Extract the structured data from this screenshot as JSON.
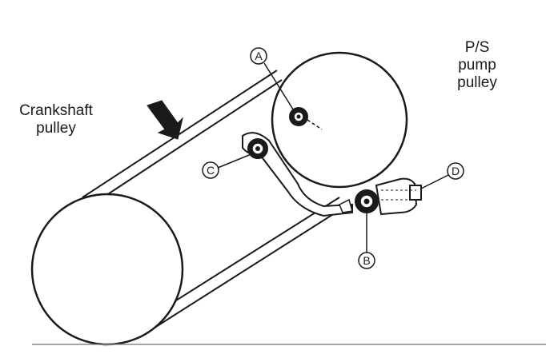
{
  "labels": {
    "crankshaft_line1": "Crankshaft",
    "crankshaft_line2": "pulley",
    "ps_line1": "P/S",
    "ps_line2": "pump",
    "ps_line3": "pulley"
  },
  "callouts": {
    "a": "A",
    "b": "B",
    "c": "C",
    "d": "D"
  }
}
